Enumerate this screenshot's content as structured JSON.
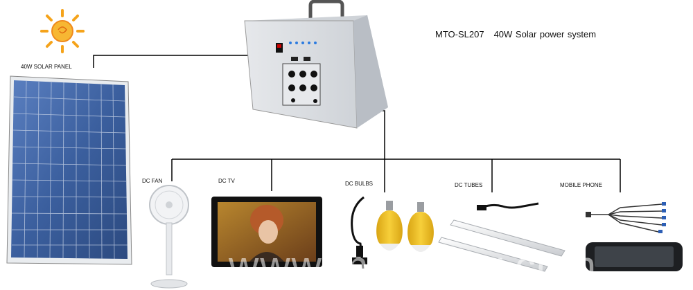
{
  "title": {
    "model": "MTO-SL207",
    "description": "40W Solar power system"
  },
  "labels": {
    "solar_panel": "40W SOLAR PANEL",
    "dc_fan": "DC FAN",
    "dc_tv": "DC TV",
    "dc_bulbs": "DC BULBS",
    "dc_tubes": "DC TUBES",
    "mobile_phone": "MOBILE PHONE"
  },
  "watermark": "www.mtosolar.com",
  "colors": {
    "panel_blue": "#3b5f9e",
    "bulb_yellow": "#f2c12e",
    "box_gray": "#dcdfe3",
    "line": "#000000"
  }
}
